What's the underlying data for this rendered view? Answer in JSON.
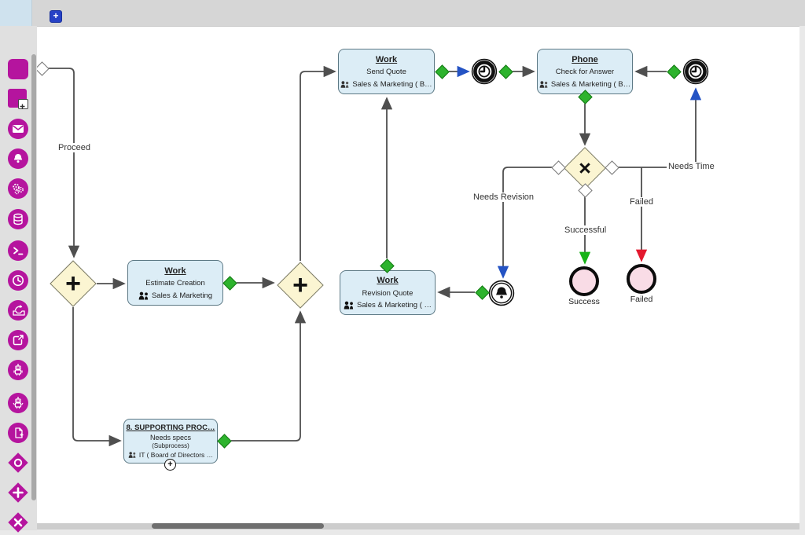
{
  "colors": {
    "accent_magenta": "#b5149e",
    "new_tab_blue": "#2641c6",
    "task_fill": "#dcedf6",
    "task_border": "#5d7985",
    "gateway_fill": "#fbf5d2",
    "connector_green": "#2db32d",
    "end_event_fill": "#f9dce6",
    "edge_gray": "#4f4f4f",
    "arrow_blue": "#2453c4",
    "arrow_green": "#17b317",
    "arrow_red": "#e3192e"
  },
  "topbar": {
    "new_tab_label": "+"
  },
  "sidebar": {
    "tools": [
      {
        "name": "task"
      },
      {
        "name": "subprocess"
      },
      {
        "name": "message-event"
      },
      {
        "name": "bell-event"
      },
      {
        "name": "gears-service"
      },
      {
        "name": "database"
      },
      {
        "name": "script-terminal"
      },
      {
        "name": "timer-event"
      },
      {
        "name": "inbox-receive"
      },
      {
        "name": "share-export"
      },
      {
        "name": "robot"
      },
      {
        "name": "robot-assistant"
      },
      {
        "name": "file-add"
      },
      {
        "name": "inclusive-gateway"
      },
      {
        "name": "parallel-gateway"
      },
      {
        "name": "exclusive-gateway"
      },
      {
        "name": "select-region"
      }
    ]
  },
  "diagram": {
    "tasks": {
      "send_quote": {
        "title": "Work",
        "label": "Send Quote",
        "lane": "Sales & Marketing ( B…"
      },
      "check_answer": {
        "title": "Phone",
        "label": "Check for Answer",
        "lane": "Sales & Marketing ( B…"
      },
      "estimate": {
        "title": "Work",
        "label": "Estimate Creation",
        "lane": "Sales & Marketing"
      },
      "revision": {
        "title": "Work",
        "label": "Revision Quote",
        "lane": "Sales & Marketing ( …"
      },
      "subprocess": {
        "title": "8. SUPPORTING PROC…",
        "label": "Needs specs",
        "sublabel": "(Subprocess)",
        "lane": "IT ( Board of Directors …",
        "expand": "+"
      }
    },
    "gateways": {
      "parallel_glyph": "+",
      "exclusive_glyph": "×"
    },
    "edge_labels": {
      "proceed": "Proceed",
      "needs_revision": "Needs Revision",
      "successful": "Successful",
      "failed": "Failed",
      "needs_time": "Needs Time"
    },
    "end_events": {
      "success": "Success",
      "failed": "Failed"
    }
  }
}
